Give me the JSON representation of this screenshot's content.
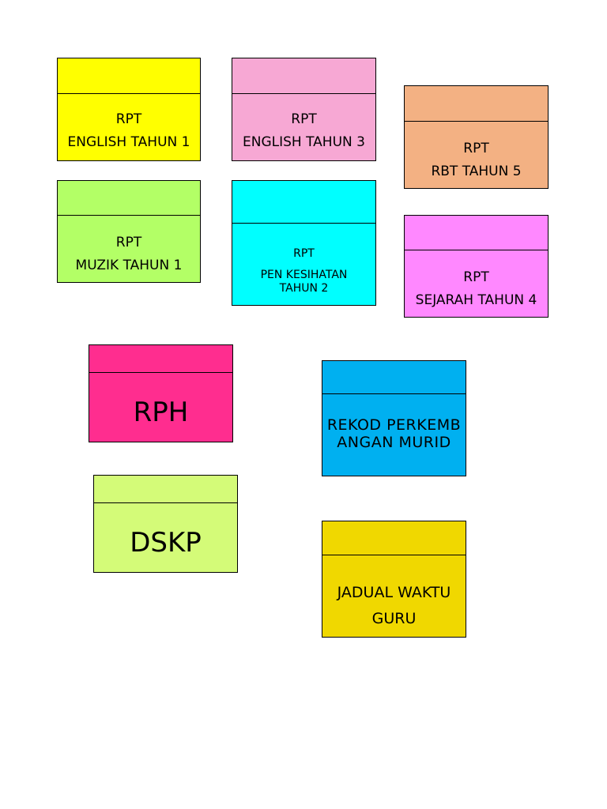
{
  "labels": {
    "english1": {
      "color": "#ffff00",
      "line1": "RPT",
      "line2": "ENGLISH TAHUN 1"
    },
    "english3": {
      "color": "#f7a8d4",
      "line1": "RPT",
      "line2": "ENGLISH TAHUN 3"
    },
    "rbt5": {
      "color": "#f3b183",
      "line1": "RPT",
      "line2": "RBT TAHUN 5"
    },
    "muzik1": {
      "color": "#b3ff66",
      "line1": "RPT",
      "line2": "MUZIK TAHUN 1"
    },
    "pen2": {
      "color": "#00ffff",
      "line1": "RPT",
      "line2": "PEN KESIHATAN TAHUN 2"
    },
    "sejarah4": {
      "color": "#ff88ff",
      "line1": "RPT",
      "line2": "SEJARAH TAHUN 4"
    },
    "rph": {
      "color": "#ff2d8f",
      "text": "RPH"
    },
    "rekod": {
      "color": "#00b0f0",
      "text": "REKOD PERKEMBANGAN MURID"
    },
    "dskp": {
      "color": "#d4fb78",
      "text": "DSKP"
    },
    "jadual": {
      "color": "#f0d800",
      "line1": "JADUAL WAKTU",
      "line2": "GURU"
    }
  }
}
